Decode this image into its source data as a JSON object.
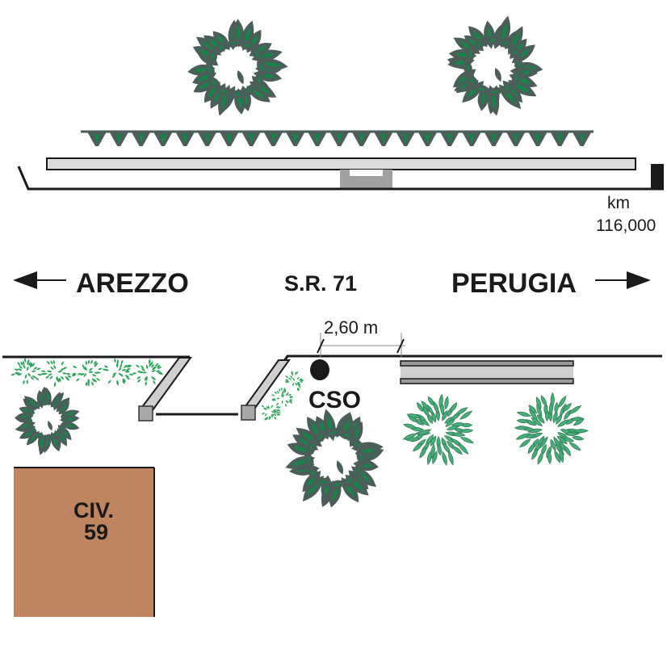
{
  "diagram": {
    "road_name": "S.R. 71",
    "direction_left": {
      "label": "AREZZO",
      "arrow": "left-arrow"
    },
    "direction_right": {
      "label": "PERUGIA",
      "arrow": "right-arrow"
    },
    "km_marker": {
      "unit": "km",
      "value": "116,000"
    },
    "dimension": {
      "label": "2,60 m"
    },
    "cso_label": "CSO",
    "building": {
      "line1": "CIV.",
      "line2": "59"
    },
    "colors": {
      "tree_dark_fill": "#0f8a45",
      "tree_dark_stroke": "#4b5e5a",
      "tree_light_fill": "#43b077",
      "tree_light_stroke": "#3a7a5a",
      "shrub_green": "#2fa45c",
      "barrier_gray": "#dcdcdc",
      "bay_gray": "#a0a0a0",
      "building_brown": "#bf8460",
      "ink": "#1a1a1a"
    },
    "trees_top_count": 2,
    "hedge_triangles_count": 23,
    "hedge_shrubs_count": 5,
    "ramp_shrubs_count": 3,
    "trees_bottom_light_count": 2
  }
}
